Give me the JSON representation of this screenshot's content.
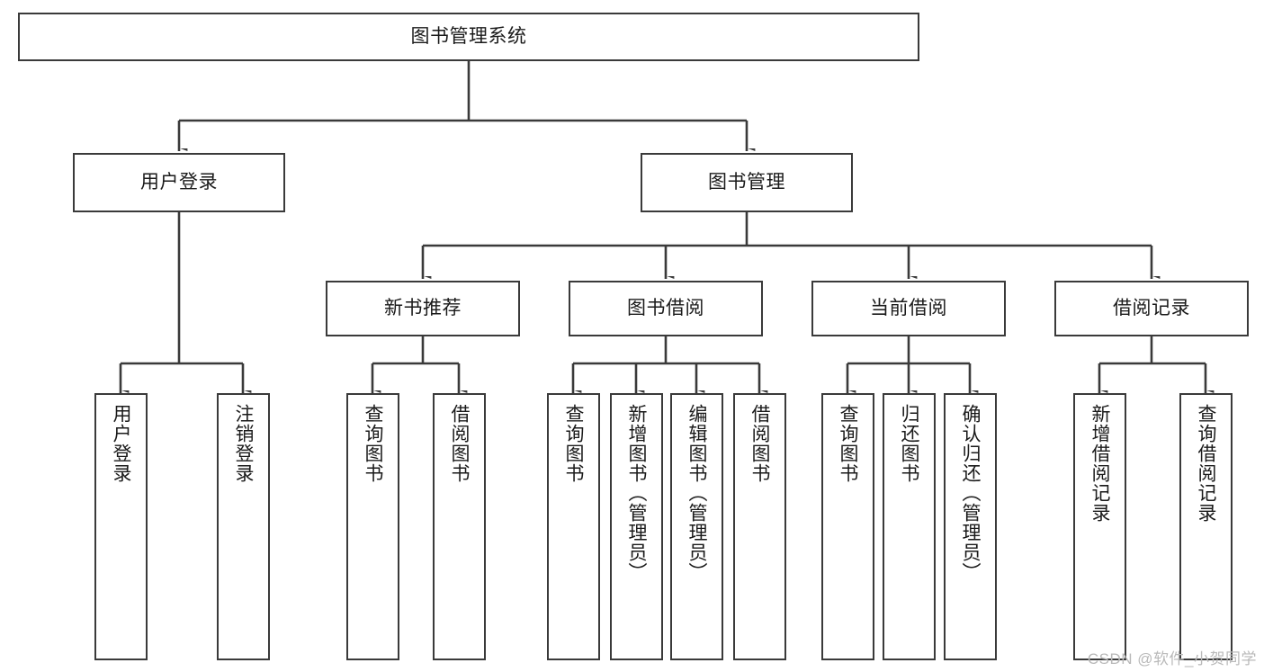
{
  "diagram": {
    "title": "图书管理系统",
    "type": "tree-hierarchy-diagram",
    "watermark": "CSDN @软件_小贺同学",
    "colors": {
      "stroke": "#3a3a3a",
      "fill": "#ffffff",
      "text": "#1a1a1a",
      "watermark": "#b9b9b9"
    },
    "levels": {
      "level1": [
        {
          "id": "root",
          "label": "图书管理系统"
        }
      ],
      "level2": [
        {
          "id": "user-login",
          "label": "用户登录"
        },
        {
          "id": "book-manage",
          "label": "图书管理"
        }
      ],
      "level3": [
        {
          "id": "new-book-rec",
          "label": "新书推荐"
        },
        {
          "id": "book-borrow",
          "label": "图书借阅"
        },
        {
          "id": "current-borrow",
          "label": "当前借阅"
        },
        {
          "id": "borrow-record",
          "label": "借阅记录"
        }
      ],
      "level4": [
        {
          "id": "leaf-user-login",
          "label": "用户登录"
        },
        {
          "id": "leaf-logout",
          "label": "注销登录"
        },
        {
          "id": "leaf-query-book-1",
          "label": "查询图书"
        },
        {
          "id": "leaf-borrow-book-1",
          "label": "借阅图书"
        },
        {
          "id": "leaf-query-book-2",
          "label": "查询图书"
        },
        {
          "id": "leaf-add-book",
          "label": "新增图书（管理员）"
        },
        {
          "id": "leaf-edit-book",
          "label": "编辑图书（管理员）"
        },
        {
          "id": "leaf-borrow-book-2",
          "label": "借阅图书"
        },
        {
          "id": "leaf-query-book-3",
          "label": "查询图书"
        },
        {
          "id": "leaf-return-book",
          "label": "归还图书"
        },
        {
          "id": "leaf-confirm-return",
          "label": "确认归还（管理员）"
        },
        {
          "id": "leaf-add-record",
          "label": "新增借阅记录"
        },
        {
          "id": "leaf-query-record",
          "label": "查询借阅记录"
        }
      ]
    }
  }
}
